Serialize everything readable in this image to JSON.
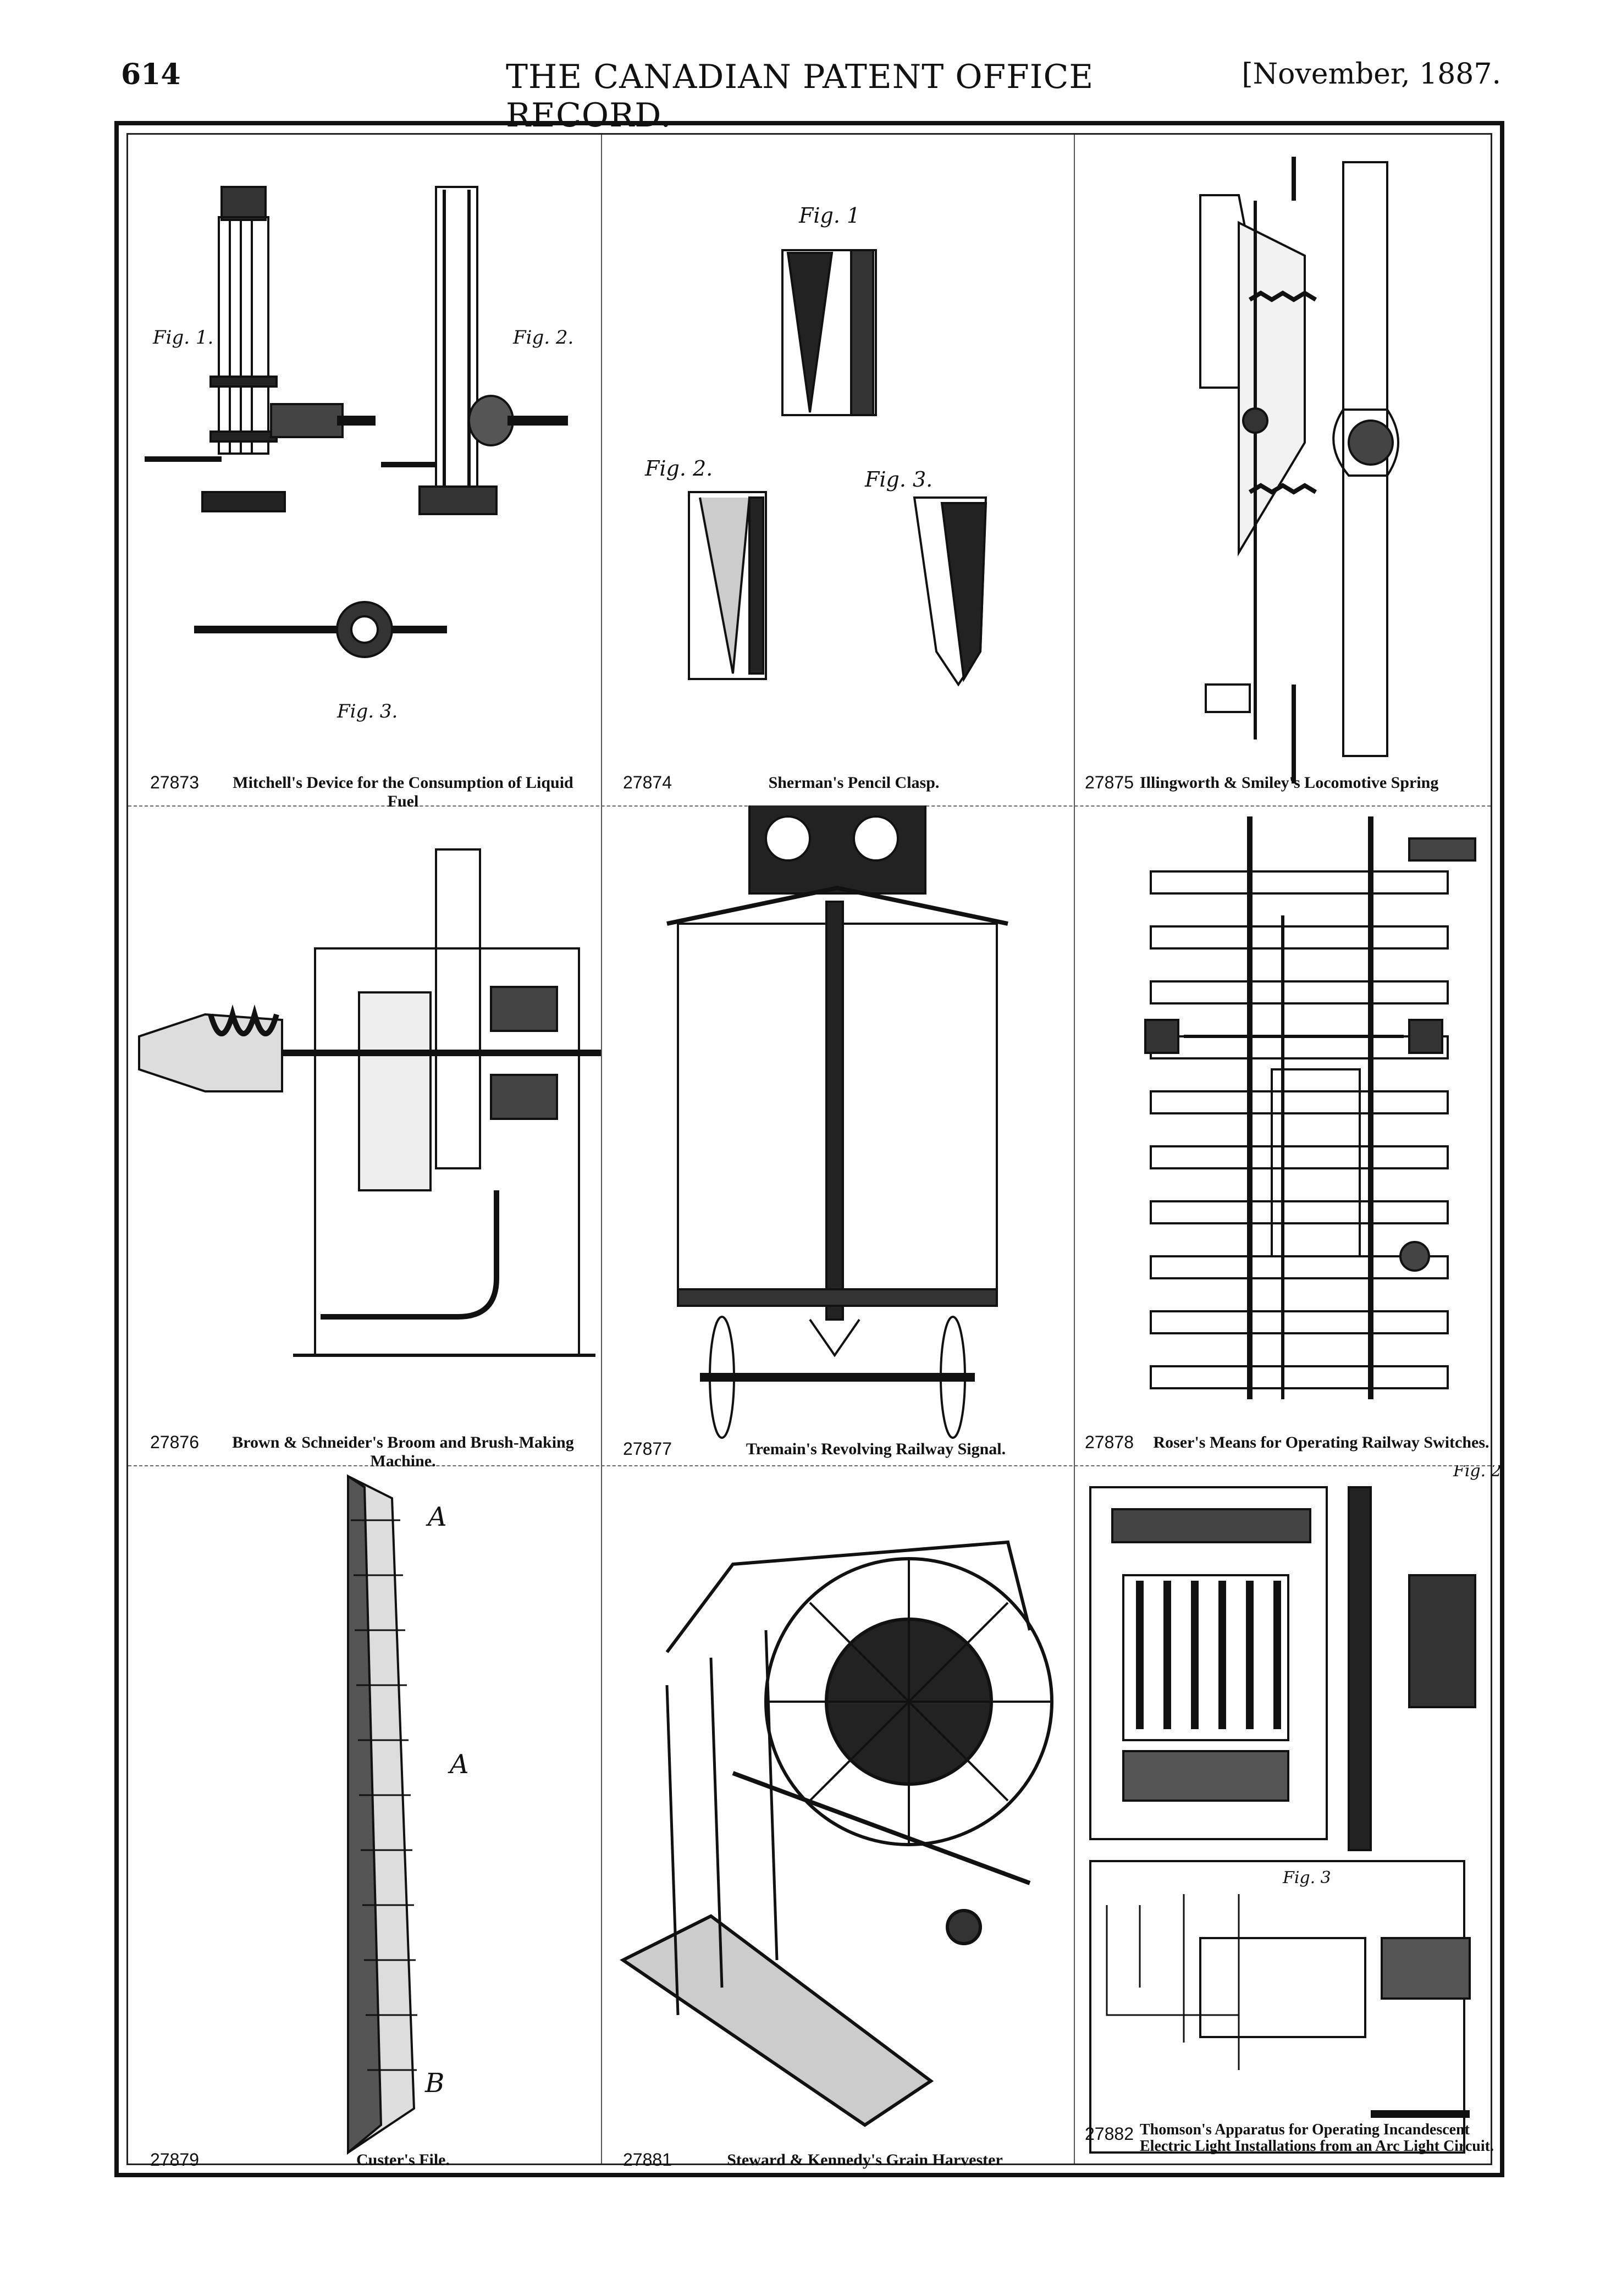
{
  "header": {
    "page_number": "614",
    "journal_title": "THE CANADIAN PATENT OFFICE RECORD.",
    "issue": "[November, 1887."
  },
  "patents": [
    {
      "number": "27873",
      "caption": "Mitchell's Device for the Consumption of Liquid Fuel",
      "figure_labels": [
        "Fig. 1.",
        "Fig. 2.",
        "Fig. 3."
      ]
    },
    {
      "number": "27874",
      "caption": "Sherman's Pencil Clasp.",
      "figure_labels": [
        "Fig. 1",
        "Fig. 2.",
        "Fig. 3."
      ]
    },
    {
      "number": "27875",
      "caption": "Illingworth & Smiley's Locomotive Spring",
      "figure_labels": []
    },
    {
      "number": "27876",
      "caption": "Brown & Schneider's Broom and Brush-Making Machine.",
      "figure_labels": []
    },
    {
      "number": "27877",
      "caption": "Tremain's Revolving Railway Signal.",
      "figure_labels": []
    },
    {
      "number": "27878",
      "caption": "Roser's Means for Operating Railway Switches.",
      "figure_labels": []
    },
    {
      "number": "27879",
      "caption": "Custer's File.",
      "figure_labels": []
    },
    {
      "number": "27881",
      "caption": "Steward & Kennedy's Grain Harvester",
      "figure_labels": []
    },
    {
      "number": "27882",
      "caption": "Thomson's Apparatus for Operating Incandescent Electric Light Installations from an Arc Light Circuit.",
      "figure_labels": [
        "Fig. 2",
        "Fig. 3"
      ]
    }
  ]
}
